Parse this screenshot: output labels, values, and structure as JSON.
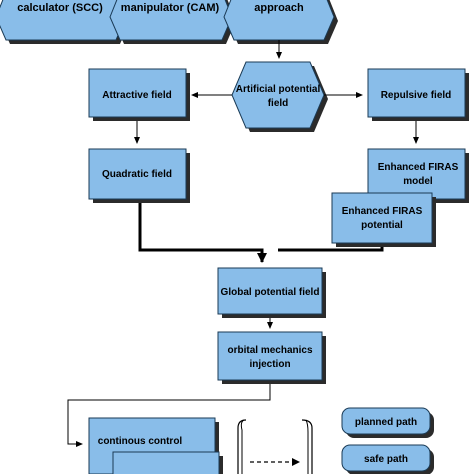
{
  "colors": {
    "box_fill": "#89bde9",
    "box_stroke": "#1a3a55",
    "shadow": "#2b2b2b",
    "arrow": "#000000"
  },
  "top_row": {
    "left": "calculator (SCC)",
    "middle": "manipulator (CAM)",
    "right": "approach"
  },
  "nodes": {
    "artificial_potential_field": [
      "Artificial potential",
      "field"
    ],
    "attractive_field": "Attractive field",
    "repulsive_field": "Repulsive field",
    "quadratic_field": "Quadratic field",
    "enhanced_firas_model": [
      "Enhanced FIRAS",
      "model"
    ],
    "enhanced_firas_potential": [
      "Enhanced FIRAS",
      "potential"
    ],
    "global_potential_field": "Global potential field",
    "orbital_mechanics_injection": [
      "orbital mechanics",
      "injection"
    ],
    "continuous_control": "continous control"
  },
  "legend": {
    "planned_path": "planned path",
    "safe_path": "safe path"
  }
}
